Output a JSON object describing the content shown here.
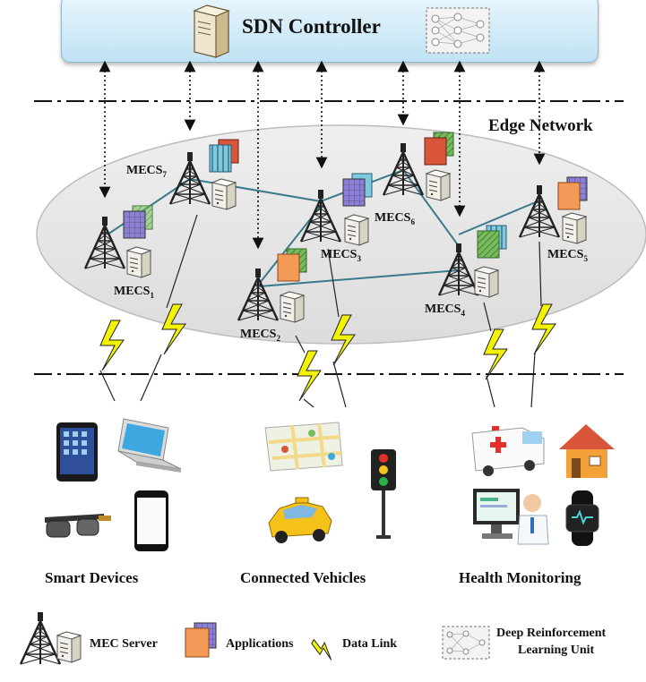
{
  "controller": {
    "title": "SDN Controller"
  },
  "edge_network": {
    "title": "Edge Network"
  },
  "nodes": [
    {
      "base": "MECS",
      "sub": "1"
    },
    {
      "base": "MECS",
      "sub": "2"
    },
    {
      "base": "MECS",
      "sub": "3"
    },
    {
      "base": "MECS",
      "sub": "4"
    },
    {
      "base": "MECS",
      "sub": "5"
    },
    {
      "base": "MECS",
      "sub": "6"
    },
    {
      "base": "MECS",
      "sub": "7"
    }
  ],
  "categories": [
    "Smart Devices",
    "Connected Vehicles",
    "Health Monitoring"
  ],
  "legend": {
    "mec_server": "MEC Server",
    "applications": "Applications",
    "data_link": "Data Link",
    "drl_line1": "Deep Reinforcement",
    "drl_line2": "Learning Unit"
  },
  "icons": {
    "server": "server-icon",
    "tower": "cell-tower-icon",
    "application": "application-stack-icon",
    "data_link": "lightning-link-icon",
    "drl_unit": "neural-network-icon"
  },
  "colors": {
    "controller_fill": "#cfe9f6",
    "ellipse_fill": "#e4e4e4",
    "link": "#3a7a8c",
    "bolt": "#f4f400",
    "app_purple": "#8c7fd6",
    "app_green": "#77bb5a",
    "app_teal": "#7fc9dc",
    "app_red": "#d9553a",
    "app_orange": "#f39a57"
  }
}
